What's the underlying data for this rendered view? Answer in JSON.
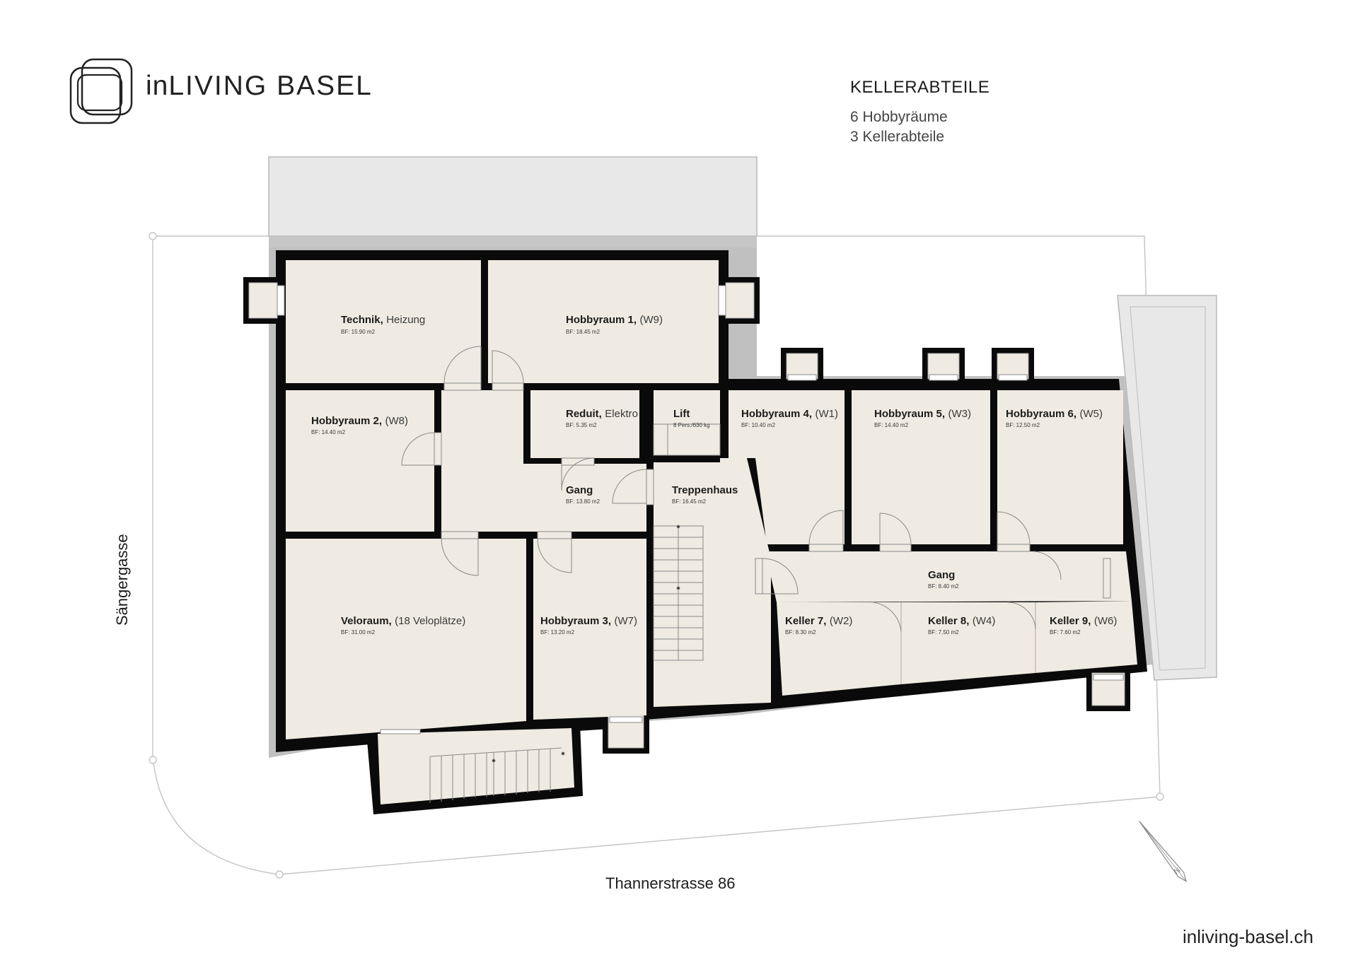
{
  "brand": {
    "name_part1": "in",
    "name_part2": "LIVING BASEL"
  },
  "header": {
    "title": "KELLERABTEILE",
    "line1": "6 Hobbyräume",
    "line2": "3 Kellerabteile"
  },
  "website": "inliving-basel.ch",
  "streets": {
    "left": "Sängergasse",
    "bottom": "Thannerstrasse 86"
  },
  "compass": {
    "label": "N"
  },
  "rooms": {
    "technik": {
      "name": "Technik,",
      "suffix": "Heizung",
      "area": "BF: 15.90 m2"
    },
    "hobby1": {
      "name": "Hobbyraum 1,",
      "suffix": "(W9)",
      "area": "BF: 18.45 m2"
    },
    "hobby2": {
      "name": "Hobbyraum 2,",
      "suffix": "(W8)",
      "area": "BF: 14.40 m2"
    },
    "reduit": {
      "name": "Reduit,",
      "suffix": "Elektro",
      "area": "BF: 5.35 m2"
    },
    "lift": {
      "name": "Lift",
      "suffix": "",
      "area": "8 Pers./630 kg"
    },
    "hobby4": {
      "name": "Hobbyraum 4,",
      "suffix": "(W1)",
      "area": "BF: 10.40 m2"
    },
    "hobby5": {
      "name": "Hobbyraum 5,",
      "suffix": "(W3)",
      "area": "BF: 14.40 m2"
    },
    "hobby6": {
      "name": "Hobbyraum 6,",
      "suffix": "(W5)",
      "area": "BF: 12.50 m2"
    },
    "gang1": {
      "name": "Gang",
      "suffix": "",
      "area": "BF: 13.80 m2"
    },
    "treppenhaus": {
      "name": "Treppenhaus",
      "suffix": "",
      "area": "BF: 16.45 m2"
    },
    "gang2": {
      "name": "Gang",
      "suffix": "",
      "area": "BF: 8.40 m2"
    },
    "velo": {
      "name": "Veloraum,",
      "suffix": "(18 Veloplätze)",
      "area": "BF: 31.00 m2"
    },
    "hobby3": {
      "name": "Hobbyraum 3,",
      "suffix": "(W7)",
      "area": "BF: 13.20 m2"
    },
    "keller7": {
      "name": "Keller 7,",
      "suffix": "(W2)",
      "area": "BF: 8.30 m2"
    },
    "keller8": {
      "name": "Keller 8,",
      "suffix": "(W4)",
      "area": "BF: 7.50 m2"
    },
    "keller9": {
      "name": "Keller 9,",
      "suffix": "(W6)",
      "area": "BF: 7.60 m2"
    }
  },
  "colors": {
    "wall": "#0a0a0a",
    "floor": "#efebe2",
    "neighbor": "#e8e8e8",
    "outline": "#a8a8a8"
  }
}
